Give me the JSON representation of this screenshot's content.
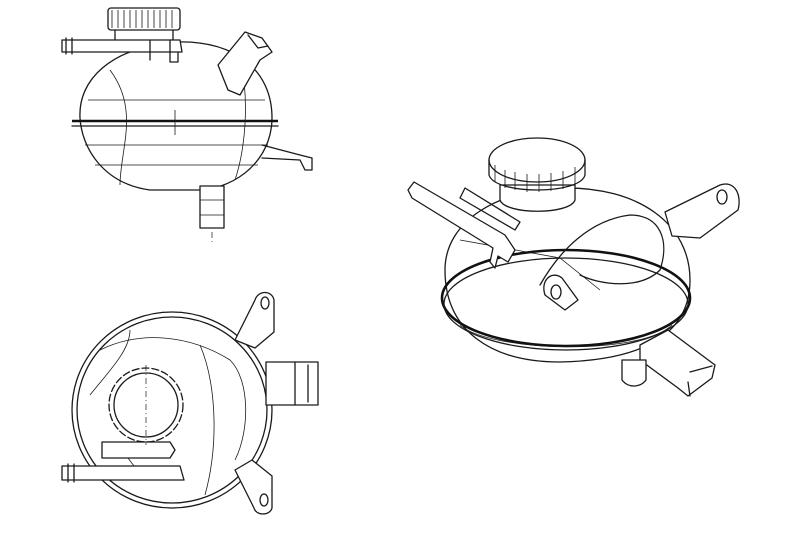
{
  "drawing": {
    "line_color": "#1a1a1a",
    "background_color": "#ffffff",
    "views": [
      "front-view",
      "top-view",
      "isometric-view"
    ]
  }
}
